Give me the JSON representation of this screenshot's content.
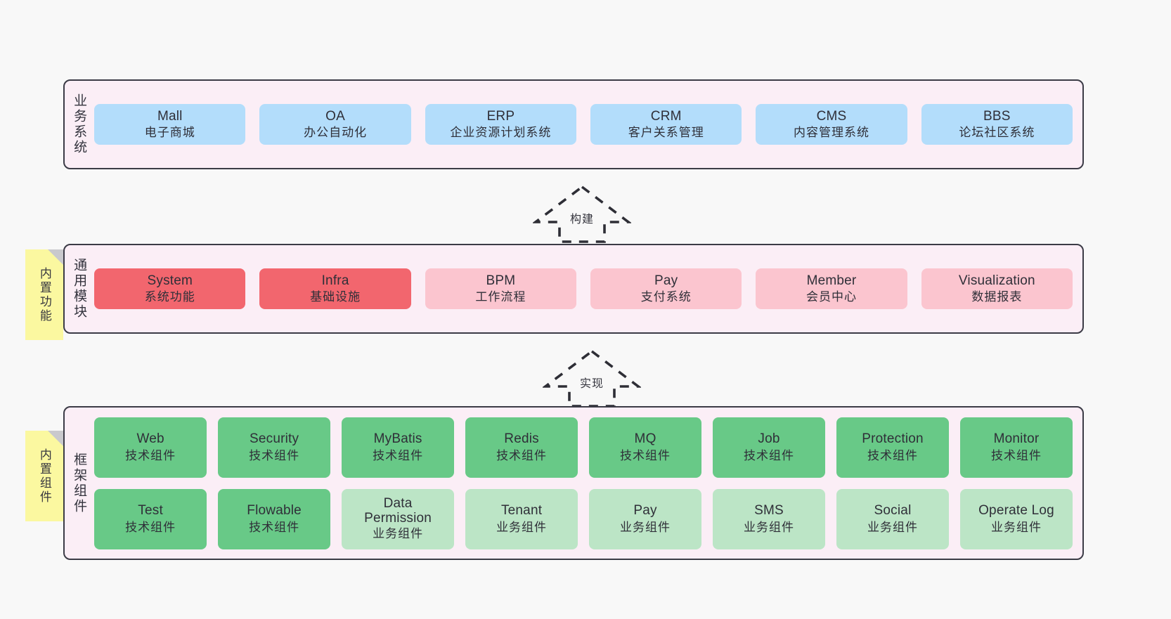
{
  "diagram": {
    "background_color": "#f8f8f8",
    "layer_fill": "#fbeef6",
    "layer_border": "#3b3b46"
  },
  "layers": [
    {
      "id": "business-system",
      "caption": "业务系统",
      "rows": [
        {
          "cards": [
            {
              "en": "Mall",
              "cn": "电子商城",
              "color": "#b3ddfb"
            },
            {
              "en": "OA",
              "cn": "办公自动化",
              "color": "#b3ddfb"
            },
            {
              "en": "ERP",
              "cn": "企业资源计划系统",
              "color": "#b3ddfb"
            },
            {
              "en": "CRM",
              "cn": "客户关系管理",
              "color": "#b3ddfb"
            },
            {
              "en": "CMS",
              "cn": "内容管理系统",
              "color": "#b3ddfb"
            },
            {
              "en": "BBS",
              "cn": "论坛社区系统",
              "color": "#b3ddfb"
            }
          ]
        }
      ]
    },
    {
      "id": "common-module",
      "caption": "通用模块",
      "note": "内置功能",
      "rows": [
        {
          "cards": [
            {
              "en": "System",
              "cn": "系统功能",
              "color": "#f2666e"
            },
            {
              "en": "Infra",
              "cn": "基础设施",
              "color": "#f2666e"
            },
            {
              "en": "BPM",
              "cn": "工作流程",
              "color": "#fbc5cf"
            },
            {
              "en": "Pay",
              "cn": "支付系统",
              "color": "#fbc5cf"
            },
            {
              "en": "Member",
              "cn": "会员中心",
              "color": "#fbc5cf"
            },
            {
              "en": "Visualization",
              "cn": "数据报表",
              "color": "#fbc5cf"
            }
          ]
        }
      ]
    },
    {
      "id": "framework-component",
      "caption": "框架组件",
      "note": "内置组件",
      "rows": [
        {
          "cards": [
            {
              "en": "Web",
              "cn": "技术组件",
              "color": "#68c987"
            },
            {
              "en": "Security",
              "cn": "技术组件",
              "color": "#68c987"
            },
            {
              "en": "MyBatis",
              "cn": "技术组件",
              "color": "#68c987"
            },
            {
              "en": "Redis",
              "cn": "技术组件",
              "color": "#68c987"
            },
            {
              "en": "MQ",
              "cn": "技术组件",
              "color": "#68c987"
            },
            {
              "en": "Job",
              "cn": "技术组件",
              "color": "#68c987"
            },
            {
              "en": "Protection",
              "cn": "技术组件",
              "color": "#68c987"
            },
            {
              "en": "Monitor",
              "cn": "技术组件",
              "color": "#68c987"
            }
          ]
        },
        {
          "cards": [
            {
              "en": "Test",
              "cn": "技术组件",
              "color": "#68c987"
            },
            {
              "en": "Flowable",
              "cn": "技术组件",
              "color": "#68c987"
            },
            {
              "en": "Data Permission",
              "cn": "业务组件",
              "color": "#bce5c6"
            },
            {
              "en": "Tenant",
              "cn": "业务组件",
              "color": "#bce5c6"
            },
            {
              "en": "Pay",
              "cn": "业务组件",
              "color": "#bce5c6"
            },
            {
              "en": "SMS",
              "cn": "业务组件",
              "color": "#bce5c6"
            },
            {
              "en": "Social",
              "cn": "业务组件",
              "color": "#bce5c6"
            },
            {
              "en": "Operate Log",
              "cn": "业务组件",
              "color": "#bce5c6"
            }
          ]
        }
      ]
    }
  ],
  "arrows": [
    {
      "id": "build",
      "label": "构建",
      "direction": "up",
      "style": "dashed-hollow"
    },
    {
      "id": "implement",
      "label": "实现",
      "direction": "up",
      "style": "dashed-hollow"
    }
  ]
}
